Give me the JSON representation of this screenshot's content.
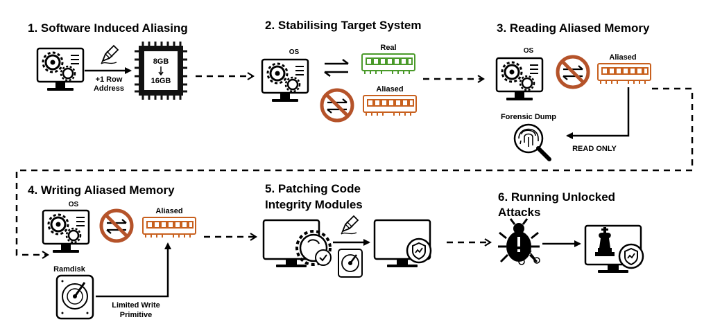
{
  "steps": [
    {
      "title": "1. Software Induced Aliasing"
    },
    {
      "title": "2. Stabilising Target System"
    },
    {
      "title": "3. Reading Aliased Memory"
    },
    {
      "title": "4. Writing Aliased Memory"
    },
    {
      "title_line1": "5. Patching Code",
      "title_line2": "Integrity Modules"
    },
    {
      "title_line1": "6. Running Unlocked",
      "title_line2": "Attacks"
    }
  ],
  "labels": {
    "row_address_line1": "+1 Row",
    "row_address_line2": "Address",
    "chip_from": "8GB",
    "chip_to": "16GB",
    "os": "OS",
    "real": "Real",
    "aliased": "Aliased",
    "forensic_dump": "Forensic Dump",
    "read_only": "READ ONLY",
    "ramdisk": "Ramdisk",
    "limited_write_line1": "Limited Write",
    "limited_write_line2": "Primitive"
  },
  "colors": {
    "real_ram": "#4a9a2a",
    "aliased_ram": "#c8601e",
    "prohibit": "#b5532a",
    "ink": "#000000"
  }
}
